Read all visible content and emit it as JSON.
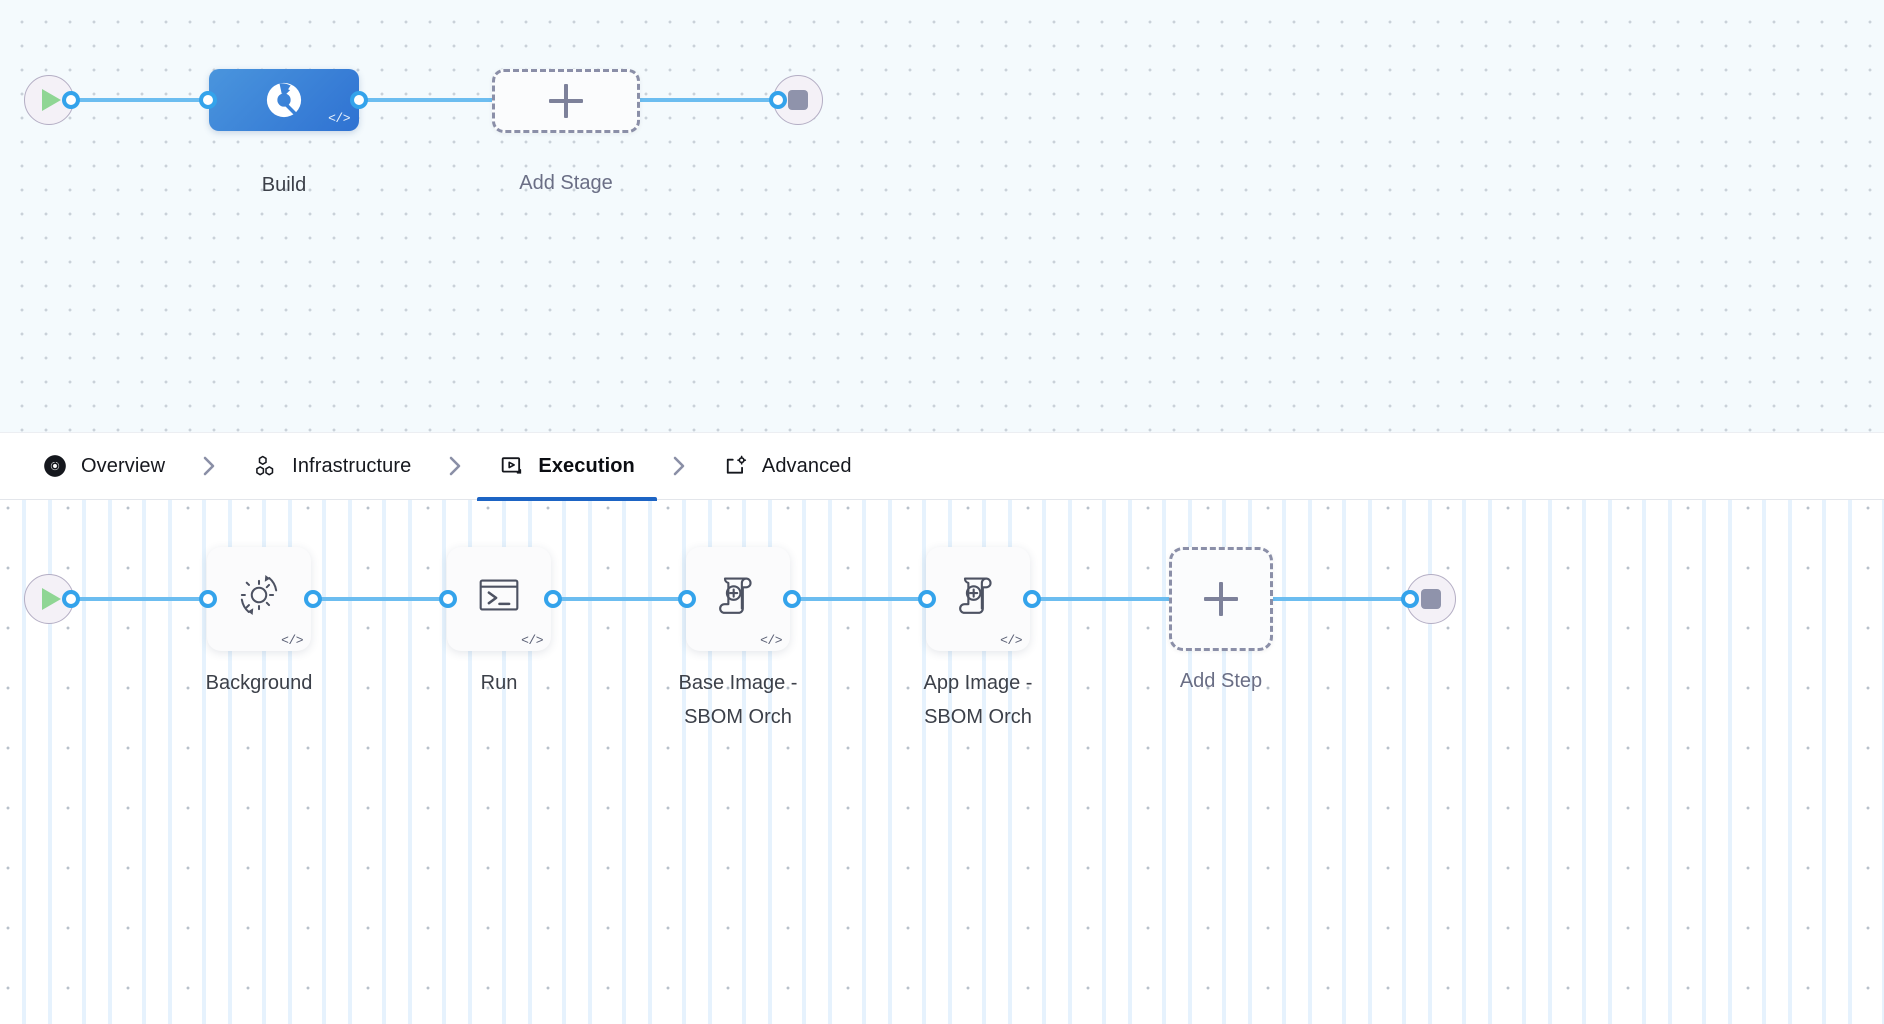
{
  "stages_canvas": {
    "start_node": {
      "icon": "play-icon"
    },
    "end_node": {
      "icon": "stop-icon"
    },
    "stages": [
      {
        "id": "build",
        "label": "Build",
        "icon": "harness-donut-icon",
        "badge": "</>",
        "selected": true
      },
      {
        "id": "add-stage",
        "label": "Add Stage",
        "icon": "plus-icon",
        "type": "add"
      }
    ]
  },
  "tabs": {
    "items": [
      {
        "id": "overview",
        "label": "Overview",
        "icon": "harness-donut-icon",
        "active": false
      },
      {
        "id": "infrastructure",
        "label": "Infrastructure",
        "icon": "hexagon-cluster-icon",
        "active": false
      },
      {
        "id": "execution",
        "label": "Execution",
        "icon": "play-screen-icon",
        "active": true
      },
      {
        "id": "advanced",
        "label": "Advanced",
        "icon": "window-gear-icon",
        "active": false
      }
    ],
    "separator_icon": "chevron-right-icon",
    "active_underline_color": "#1d64c4"
  },
  "steps_canvas": {
    "start_node": {
      "icon": "play-icon"
    },
    "end_node": {
      "icon": "stop-icon"
    },
    "steps": [
      {
        "id": "background",
        "label": "Background",
        "icon": "gear-refresh-icon",
        "badge": "</>"
      },
      {
        "id": "run",
        "label": "Run",
        "icon": "terminal-icon",
        "badge": "</>"
      },
      {
        "id": "base-image-sbom",
        "label": "Base Image -\nSBOM Orch",
        "icon": "scroll-plus-icon",
        "badge": "</>"
      },
      {
        "id": "app-image-sbom",
        "label": "App Image -\nSBOM Orch",
        "icon": "scroll-plus-icon",
        "badge": "</>"
      },
      {
        "id": "add-step",
        "label": "Add Step",
        "icon": "plus-icon",
        "type": "add"
      }
    ]
  },
  "colors": {
    "edge": "#6cbdf0",
    "port_ring": "#34a3eb",
    "stage_gradient_from": "#4a95dd",
    "stage_gradient_to": "#2f72d2",
    "play_green": "#8fd694",
    "stop_gray": "#8f93ab",
    "dashed_border": "#8b8fa8",
    "canvas_stages_bg": "#f4fafd",
    "canvas_steps_bg": "#ffffff"
  }
}
